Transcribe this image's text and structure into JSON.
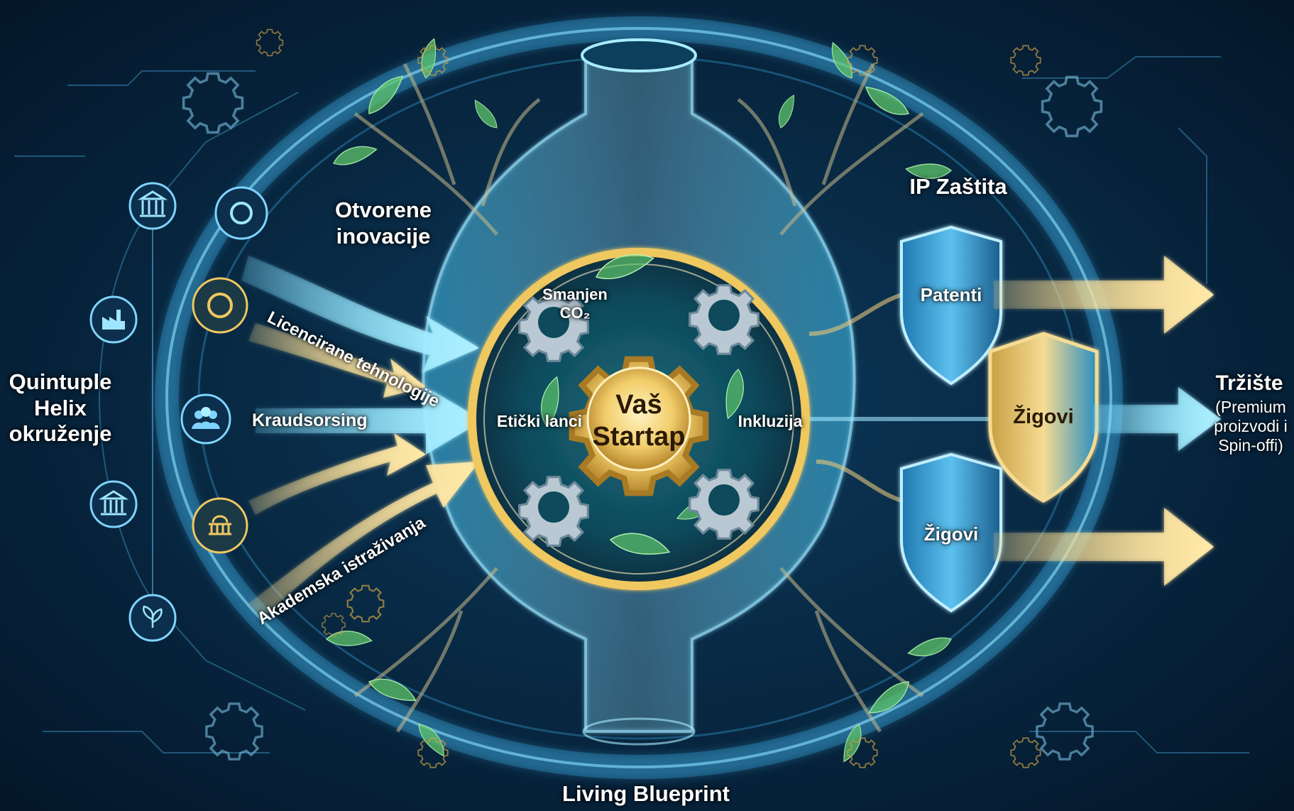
{
  "left_label": "Quintuple\nHelix\nokruženje",
  "open_innovation_label": "Otvorene\ninovacije",
  "inputs": {
    "licensed": "Licencirane tehnologije",
    "crowd": "Kraudsorsing",
    "academic": "Akademska istraživanja"
  },
  "core": {
    "center": "Vaš\nStartap",
    "co2": "Smanjen\nCO₂",
    "ethical": "Etički lanci",
    "inclusion": "Inkluzija"
  },
  "ip": {
    "title": "IP Zaštita",
    "patents": "Patenti",
    "trademarks_top": "Žigovi",
    "trademarks_bottom": "Žigovi"
  },
  "market": {
    "title": "Tržište",
    "subtitle": "(Premium\nproizvodi i\nSpin-offi)"
  },
  "bottom_label": "Living Blueprint",
  "icons": [
    "institution-icon",
    "factory-icon",
    "people-icon",
    "university-icon",
    "leaf-icon",
    "gear-icon",
    "shield-icon",
    "arrow-icon"
  ],
  "colors": {
    "background": "#041629",
    "glow_blue": "#5fd0ff",
    "gold": "#f0c860",
    "leaf_green": "#5ec46a"
  }
}
